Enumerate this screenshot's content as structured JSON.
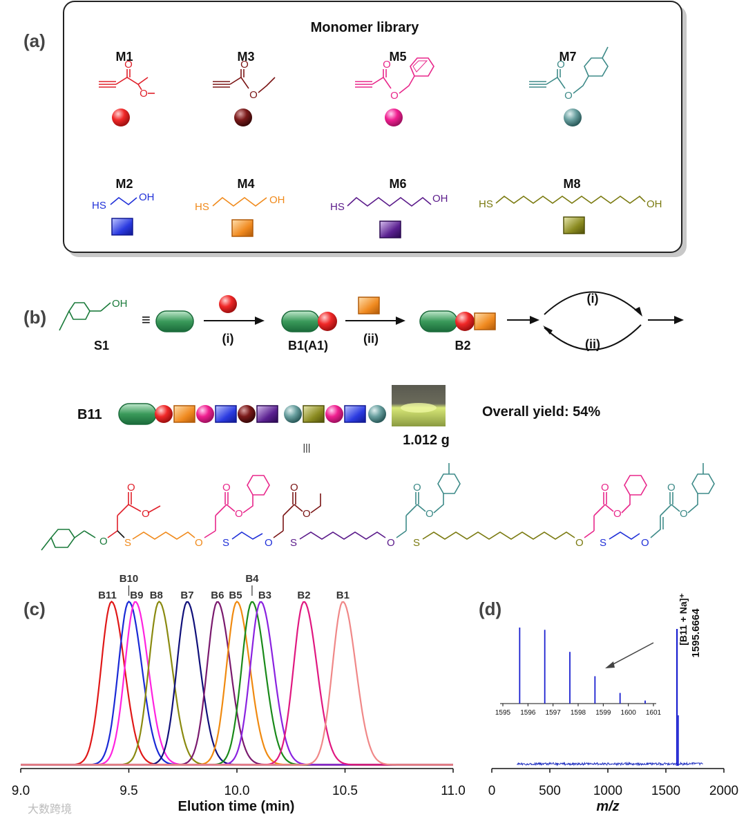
{
  "panels": {
    "a": "(a)",
    "b": "(b)",
    "c": "(c)",
    "d": "(d)"
  },
  "monomer_library": {
    "title": "Monomer library",
    "alkynes": [
      {
        "name": "M1",
        "color": "#e0202a"
      },
      {
        "name": "M3",
        "color": "#7a1414"
      },
      {
        "name": "M5",
        "color": "#e8268a"
      },
      {
        "name": "M7",
        "color": "#3d8a88"
      }
    ],
    "thiols": [
      {
        "name": "M2",
        "color": "#2030d8",
        "sh": "HS",
        "oh": "OH"
      },
      {
        "name": "M4",
        "color": "#f08a1c",
        "sh": "HS",
        "oh": "OH"
      },
      {
        "name": "M6",
        "color": "#5a1a8a",
        "sh": "HS",
        "oh": "OH"
      },
      {
        "name": "M8",
        "color": "#7a7a10",
        "sh": "HS",
        "oh": "OH"
      }
    ],
    "atom_o": "O",
    "atom_oh": "OH",
    "atom_s": "S"
  },
  "scheme": {
    "s1_label": "S1",
    "equiv": "≡",
    "step_i": "(i)",
    "step_ii": "(ii)",
    "b1_label": "B1(A1)",
    "b2_label": "B2",
    "b11_label": "B11",
    "mass": "1.012 g",
    "overall_yield": "Overall yield: 54%",
    "equiv_vertical": "|||"
  },
  "chart_data": [
    {
      "type": "line",
      "title": "",
      "xlabel": "Elution time (min)",
      "ylabel": "",
      "xlim": [
        9.0,
        11.0
      ],
      "xticks": [
        "9.0",
        "9.5",
        "10.0",
        "10.5",
        "11.0"
      ],
      "series": [
        {
          "name": "B11",
          "peak": 9.42,
          "color": "#e01818"
        },
        {
          "name": "B10",
          "peak": 9.5,
          "color": "#1a2ad6"
        },
        {
          "name": "B9",
          "peak": 9.53,
          "color": "#ff22e0"
        },
        {
          "name": "B8",
          "peak": 9.64,
          "color": "#8a8a10"
        },
        {
          "name": "B7",
          "peak": 9.77,
          "color": "#10107a"
        },
        {
          "name": "B6",
          "peak": 9.91,
          "color": "#7a1a6e"
        },
        {
          "name": "B5",
          "peak": 10.0,
          "color": "#f08a10"
        },
        {
          "name": "B4",
          "peak": 10.07,
          "color": "#1a8a1a"
        },
        {
          "name": "B3",
          "peak": 10.11,
          "color": "#8a22e0"
        },
        {
          "name": "B2",
          "peak": 10.31,
          "color": "#e01880"
        },
        {
          "name": "B1",
          "peak": 10.49,
          "color": "#f08888"
        }
      ]
    },
    {
      "type": "bar",
      "title": "",
      "xlabel": "m/z",
      "xlim": [
        0,
        2000
      ],
      "xticks": [
        "0",
        "500",
        "1000",
        "1500",
        "2000"
      ],
      "main_peak": {
        "x": 1595.6664,
        "label": "1595.6664",
        "ion": "[B11 + Na]⁺"
      },
      "inset": {
        "xticks": [
          "1595",
          "1596",
          "1597",
          "1598",
          "1599",
          "1600",
          "1601"
        ],
        "peaks": [
          {
            "x": 1595.67,
            "y": 1.0
          },
          {
            "x": 1596.67,
            "y": 0.97
          },
          {
            "x": 1597.67,
            "y": 0.68
          },
          {
            "x": 1598.67,
            "y": 0.36
          },
          {
            "x": 1599.67,
            "y": 0.14
          },
          {
            "x": 1600.67,
            "y": 0.04
          }
        ]
      }
    }
  ],
  "watermark": "大数跨境"
}
